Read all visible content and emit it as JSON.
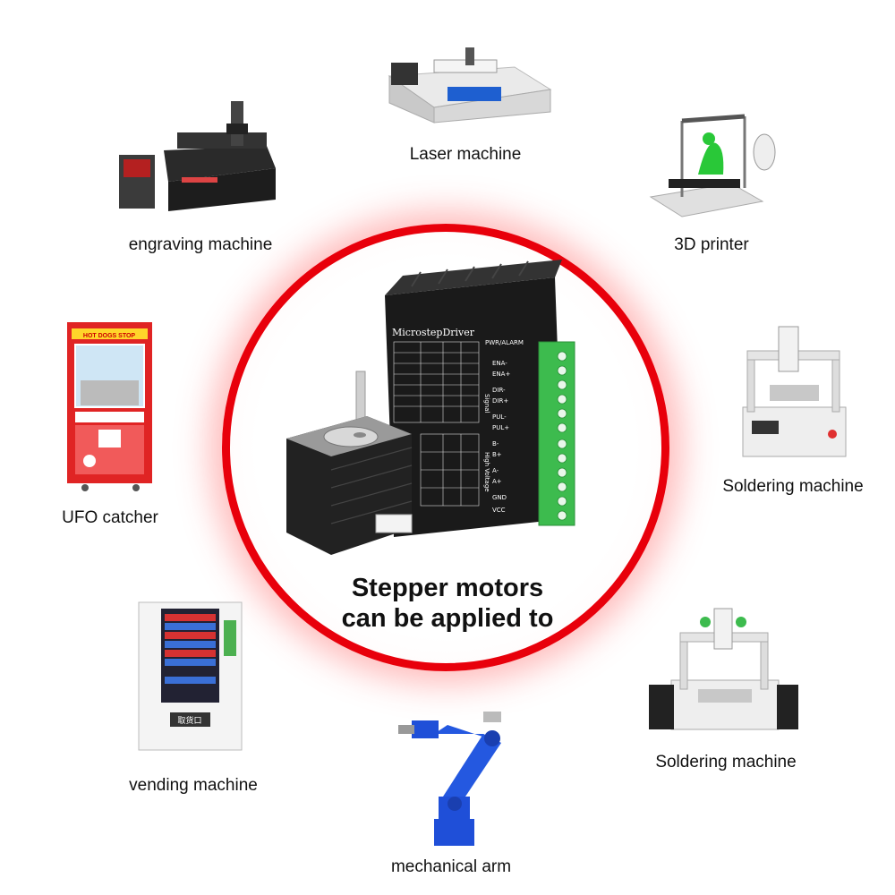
{
  "center": {
    "line1": "Stepper motors",
    "line2": "can be applied to"
  },
  "driver": {
    "title": "MicrostepDriver",
    "pwr_label": "PWR/ALARM",
    "signal_label": "Signal",
    "hv_label": "High Voltage",
    "terminals": [
      "ENA-",
      "ENA+",
      "DIR-",
      "DIR+",
      "PUL-",
      "PUL+",
      "B-",
      "B+",
      "A-",
      "A+",
      "GND",
      "VCC"
    ]
  },
  "applications": [
    {
      "name": "Laser machine"
    },
    {
      "name": "engraving machine"
    },
    {
      "name": "3D printer"
    },
    {
      "name": "UFO catcher"
    },
    {
      "name": "Soldering machine"
    },
    {
      "name": "vending machine"
    },
    {
      "name": "Soldering machine"
    },
    {
      "name": "mechanical arm"
    }
  ],
  "ufo_sign": "HOT DOGS STOP",
  "vending_panel": "取货口",
  "colors": {
    "ring": "#e8000b",
    "terminal_green": "#3dbb4e",
    "arm_blue": "#1f4fd8"
  }
}
